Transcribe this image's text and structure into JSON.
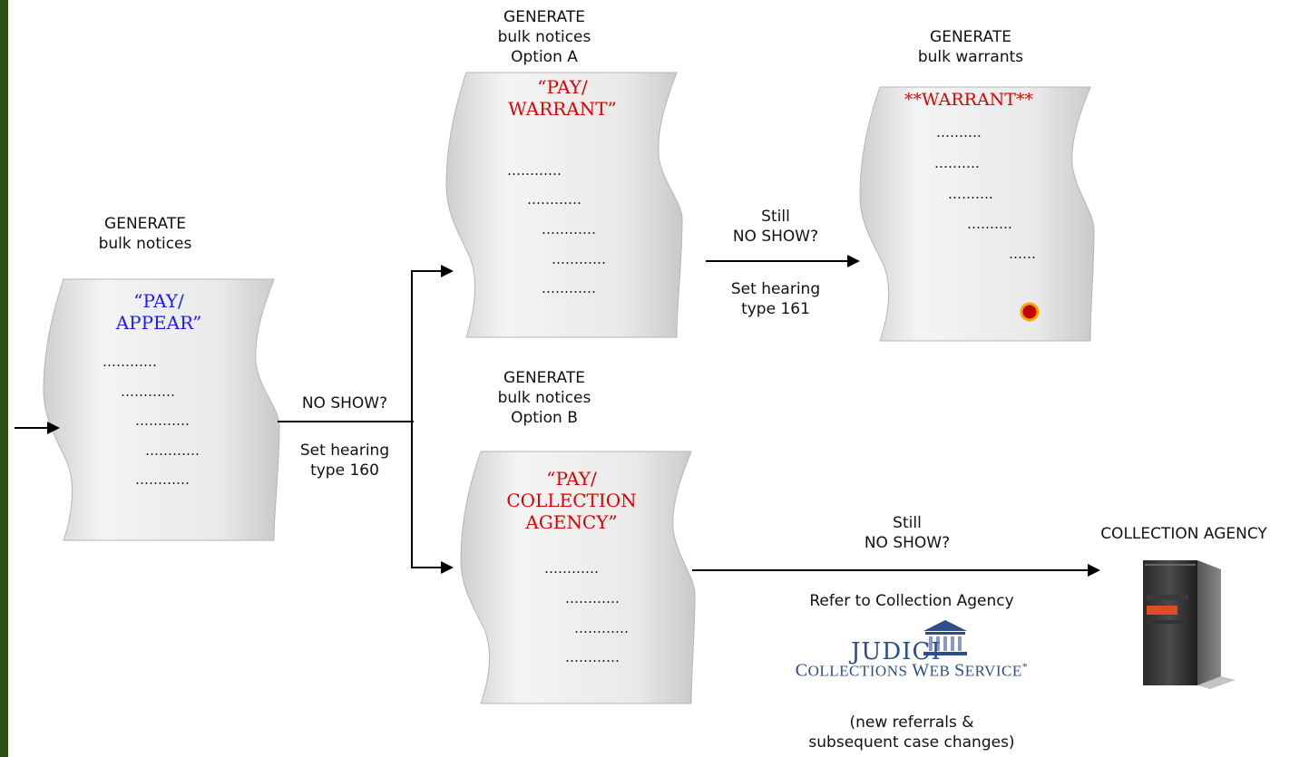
{
  "colors": {
    "sidebar": "#2e4f12",
    "blue_text": "#1a1aff",
    "red_text": "#e00000",
    "scroll_fill": "#e6e6e6",
    "judici_blue": "#2d4e86"
  },
  "notice1": {
    "caption_1": "GENERATE",
    "caption_2": "bulk notices",
    "title_1": "“PAY/",
    "title_2": "APPEAR”"
  },
  "noticeA": {
    "caption_1": "GENERATE",
    "caption_2": "bulk notices",
    "caption_3": "Option A",
    "title_1": "“PAY/",
    "title_2": "WARRANT”"
  },
  "noticeB": {
    "caption_1": "GENERATE",
    "caption_2": "bulk notices",
    "caption_3": "Option B",
    "title_1": "“PAY/",
    "title_2": "COLLECTION",
    "title_3": "AGENCY”"
  },
  "warrant": {
    "caption_1": "GENERATE",
    "caption_2": "bulk warrants",
    "title": "**WARRANT**"
  },
  "dots": {
    "long": "…………",
    "short": "……….",
    "tiny": "……"
  },
  "transition1": {
    "question": "NO SHOW?",
    "action_1": "Set hearing",
    "action_2": "type 160"
  },
  "transition2": {
    "question_1": "Still",
    "question_2": "NO SHOW?",
    "action_1": "Set hearing",
    "action_2": "type 161"
  },
  "transition3": {
    "question_1": "Still",
    "question_2": "NO SHOW?",
    "action": "Refer to Collection Agency"
  },
  "agency": {
    "label": "COLLECTION AGENCY"
  },
  "judici": {
    "logo_word": "JUDICI",
    "service_1": "C",
    "service_2": "OLLECTIONS ",
    "service_3": "W",
    "service_4": "EB ",
    "service_5": "S",
    "service_6": "ERVICE",
    "service_mark": "*",
    "note_1": "(new referrals &",
    "note_2": "subsequent case changes)"
  },
  "icons": {
    "server": "server-icon",
    "courthouse": "courthouse-icon",
    "seal": "seal-icon"
  }
}
